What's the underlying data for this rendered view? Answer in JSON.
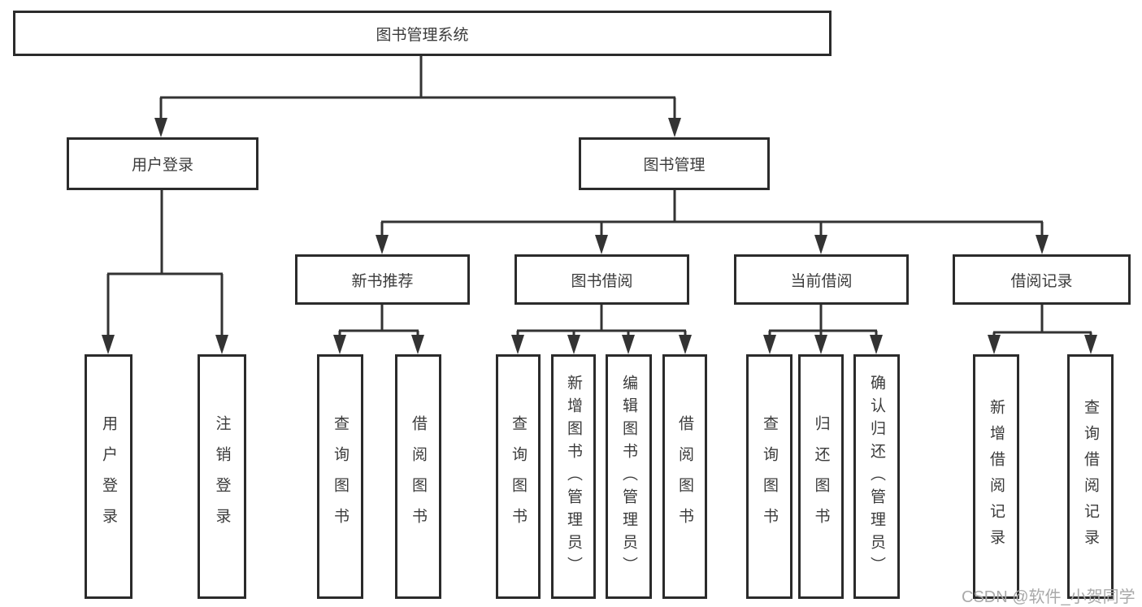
{
  "colors": {
    "line": "#333333",
    "border": "#2b2b2b",
    "text": "#3b3b3b",
    "watermark": "#a9a9a9",
    "background": "#ffffff"
  },
  "watermark": {
    "text": "CSDN @软件_小贺同学"
  },
  "tree": {
    "root": {
      "label": "图书管理系统",
      "children": [
        {
          "label": "用户登录",
          "children": [
            {
              "label": "用户登录"
            },
            {
              "label": "注销登录"
            }
          ]
        },
        {
          "label": "图书管理",
          "children": [
            {
              "label": "新书推荐",
              "children": [
                {
                  "label": "查询图书"
                },
                {
                  "label": "借阅图书"
                }
              ]
            },
            {
              "label": "图书借阅",
              "children": [
                {
                  "label": "查询图书"
                },
                {
                  "label": "新增图书（管理员）"
                },
                {
                  "label": "编辑图书（管理员）"
                },
                {
                  "label": "借阅图书"
                }
              ]
            },
            {
              "label": "当前借阅",
              "children": [
                {
                  "label": "查询图书"
                },
                {
                  "label": "归还图书"
                },
                {
                  "label": "确认归还（管理员）"
                }
              ]
            },
            {
              "label": "借阅记录",
              "children": [
                {
                  "label": "新增借阅记录"
                },
                {
                  "label": "查询借阅记录"
                }
              ]
            }
          ]
        }
      ]
    }
  }
}
